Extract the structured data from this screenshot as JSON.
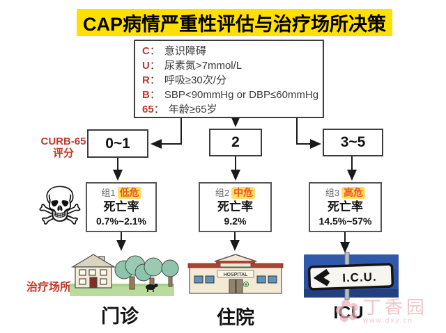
{
  "title": "CAP病情严重性评估与治疗场所决策",
  "criteria": {
    "separator": "：",
    "items": [
      {
        "key": "C",
        "text": "意识障碍"
      },
      {
        "key": "U",
        "text": "尿素氮>7mmol/L"
      },
      {
        "key": "R",
        "text": "呼吸≥30次/分"
      },
      {
        "key": "B",
        "text": "SBP<90mmHg or DBP≤60mmHg"
      },
      {
        "key": "65",
        "text": "年龄≥65岁"
      }
    ]
  },
  "score_label": {
    "line1": "CURB-65",
    "line2": "评分"
  },
  "scores": [
    "0~1",
    "2",
    "3~5"
  ],
  "groups": [
    {
      "group": "组1",
      "risk": "低危",
      "mortality_label": "死亡率",
      "mortality": "0.7%~2.1%"
    },
    {
      "group": "组2",
      "risk": "中危",
      "mortality_label": "死亡率",
      "mortality": "9.2%"
    },
    {
      "group": "组3",
      "risk": "高危",
      "mortality_label": "死亡率",
      "mortality": "14.5%~57%"
    }
  ],
  "treatment_label": "治疗场所",
  "destinations": [
    {
      "label": "门诊",
      "icon": "house-clinic-illustration"
    },
    {
      "label": "住院",
      "icon": "hospital-illustration",
      "sign_text": "HOSPITAL"
    },
    {
      "label": "ICU",
      "icon": "icu-sign-photo",
      "sign_text": "I.C.U."
    }
  ],
  "icons": {
    "skull": "skull-crossbones",
    "skull_glyph": "☠",
    "watermark_flower": "✿"
  },
  "watermark": {
    "name": "丁香园",
    "url": "www.dxy.cn"
  },
  "colors": {
    "title_bg": "#FFE000",
    "accent_red": "#C0392B",
    "risk_text": "#E8571C",
    "risk_highlight": "#FFE066",
    "icu_blue": "#2D51A0",
    "watermark_pink": "#E9AEB6"
  }
}
